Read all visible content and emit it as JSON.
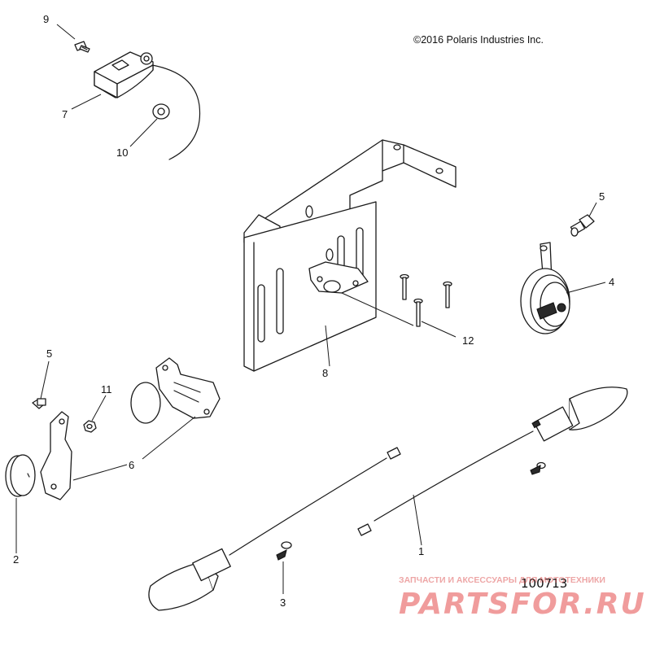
{
  "copyright": "©2016  Polaris Industries Inc.",
  "diagram_number": "100713",
  "watermark": {
    "tagline": "ЗАПЧАСТИ И АКСЕССУАРЫ ДЛЯ МОТОТЕХНИКИ",
    "brand": "PARTSFOR.RU"
  },
  "callouts": {
    "c1": "1",
    "c2": "2",
    "c3": "3",
    "c4": "4",
    "c5a": "5",
    "c5b": "5",
    "c6": "6",
    "c7": "7",
    "c8": "8",
    "c9": "9",
    "c10": "10",
    "c11": "11",
    "c12": "12"
  }
}
